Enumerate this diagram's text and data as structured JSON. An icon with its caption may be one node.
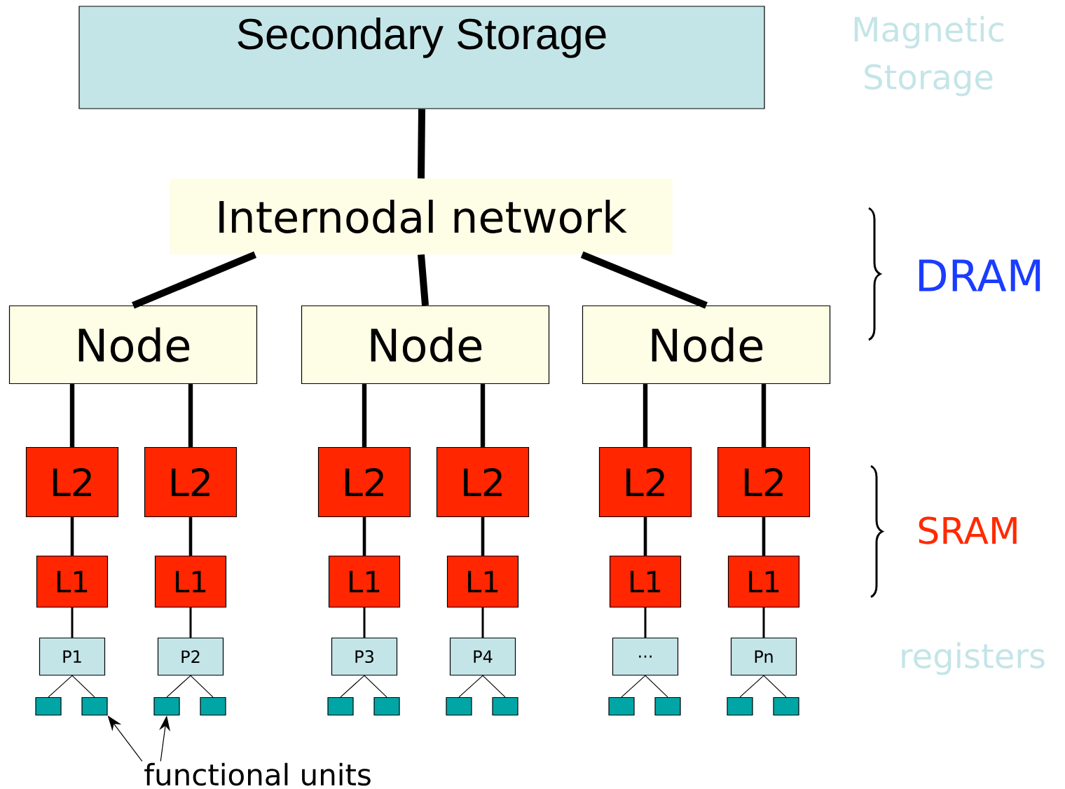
{
  "diagram": {
    "nodes": [
      {
        "text": [
          "Secondary Storage"
        ]
      },
      {
        "text": [
          "Internodal network"
        ]
      },
      {
        "text": [
          "Node"
        ]
      },
      {
        "text": [
          "Node"
        ]
      },
      {
        "text": [
          "Node"
        ]
      },
      {
        "text": [
          "L2"
        ]
      },
      {
        "text": [
          "L2"
        ]
      },
      {
        "text": [
          "L2"
        ]
      },
      {
        "text": [
          "L2"
        ]
      },
      {
        "text": [
          "L2"
        ]
      },
      {
        "text": [
          "L2"
        ]
      },
      {
        "text": [
          "L1"
        ]
      },
      {
        "text": [
          "L1"
        ]
      },
      {
        "text": [
          "L1"
        ]
      },
      {
        "text": [
          "L1"
        ]
      },
      {
        "text": [
          "L1"
        ]
      },
      {
        "text": [
          "L1"
        ]
      },
      {
        "text": [
          "P1"
        ]
      },
      {
        "text": [
          "P2"
        ]
      },
      {
        "text": [
          "P3"
        ]
      },
      {
        "text": [
          "P4"
        ]
      },
      {
        "text": [
          "..."
        ]
      },
      {
        "text": [
          "Pn"
        ]
      },
      {
        "text": [],
        "shape": "box"
      },
      {
        "text": [],
        "shape": "box"
      },
      {
        "text": [],
        "shape": "box"
      },
      {
        "text": [],
        "shape": "box"
      },
      {
        "text": [],
        "shape": "box"
      },
      {
        "text": [],
        "shape": "box"
      },
      {
        "text": [],
        "shape": "box"
      },
      {
        "text": [],
        "shape": "box"
      },
      {
        "text": [],
        "shape": "box"
      },
      {
        "text": [],
        "shape": "box"
      },
      {
        "text": [],
        "shape": "box"
      },
      {
        "text": [],
        "shape": "box"
      },
      {
        "text": [
          "functional units"
        ]
      }
    ],
    "edges": [
      {
        "from": 0,
        "to": 1,
        "arrow": "none",
        "style": "thick"
      },
      {
        "from": 1,
        "to": 2,
        "arrow": "none",
        "style": "thick"
      },
      {
        "from": 1,
        "to": 3,
        "arrow": "none",
        "style": "thick"
      },
      {
        "from": 1,
        "to": 4,
        "arrow": "none",
        "style": "thick"
      },
      {
        "from": 2,
        "to": 5,
        "arrow": "none",
        "style": "thick"
      },
      {
        "from": 2,
        "to": 6,
        "arrow": "none",
        "style": "thick"
      },
      {
        "from": 3,
        "to": 7,
        "arrow": "none",
        "style": "thick"
      },
      {
        "from": 3,
        "to": 8,
        "arrow": "none",
        "style": "thick"
      },
      {
        "from": 4,
        "to": 9,
        "arrow": "none",
        "style": "thick"
      },
      {
        "from": 4,
        "to": 10,
        "arrow": "none",
        "style": "thick"
      },
      {
        "from": 5,
        "to": 11,
        "arrow": "none"
      },
      {
        "from": 6,
        "to": 12,
        "arrow": "none"
      },
      {
        "from": 7,
        "to": 13,
        "arrow": "none"
      },
      {
        "from": 8,
        "to": 14,
        "arrow": "none"
      },
      {
        "from": 9,
        "to": 15,
        "arrow": "none"
      },
      {
        "from": 10,
        "to": 16,
        "arrow": "none"
      },
      {
        "from": 11,
        "to": 17,
        "arrow": "none"
      },
      {
        "from": 12,
        "to": 18,
        "arrow": "none"
      },
      {
        "from": 13,
        "to": 19,
        "arrow": "none"
      },
      {
        "from": 14,
        "to": 20,
        "arrow": "none"
      },
      {
        "from": 15,
        "to": 21,
        "arrow": "none"
      },
      {
        "from": 16,
        "to": 22,
        "arrow": "none"
      },
      {
        "from": 17,
        "to": 23,
        "arrow": "none"
      },
      {
        "from": 17,
        "to": 24,
        "arrow": "none"
      },
      {
        "from": 18,
        "to": 25,
        "arrow": "none"
      },
      {
        "from": 18,
        "to": 26,
        "arrow": "none"
      },
      {
        "from": 19,
        "to": 27,
        "arrow": "none"
      },
      {
        "from": 19,
        "to": 28,
        "arrow": "none"
      },
      {
        "from": 20,
        "to": 29,
        "arrow": "none"
      },
      {
        "from": 20,
        "to": 30,
        "arrow": "none"
      },
      {
        "from": 21,
        "to": 31,
        "arrow": "none"
      },
      {
        "from": 21,
        "to": 32,
        "arrow": "none"
      },
      {
        "from": 22,
        "to": 33,
        "arrow": "none"
      },
      {
        "from": 22,
        "to": 34,
        "arrow": "none"
      },
      {
        "from": 35,
        "to": 24,
        "arrow": "to"
      },
      {
        "from": 35,
        "to": 25,
        "arrow": "to"
      }
    ],
    "labels": [
      "Magnetic Storage",
      "DRAM",
      "SRAM",
      "registers"
    ]
  }
}
